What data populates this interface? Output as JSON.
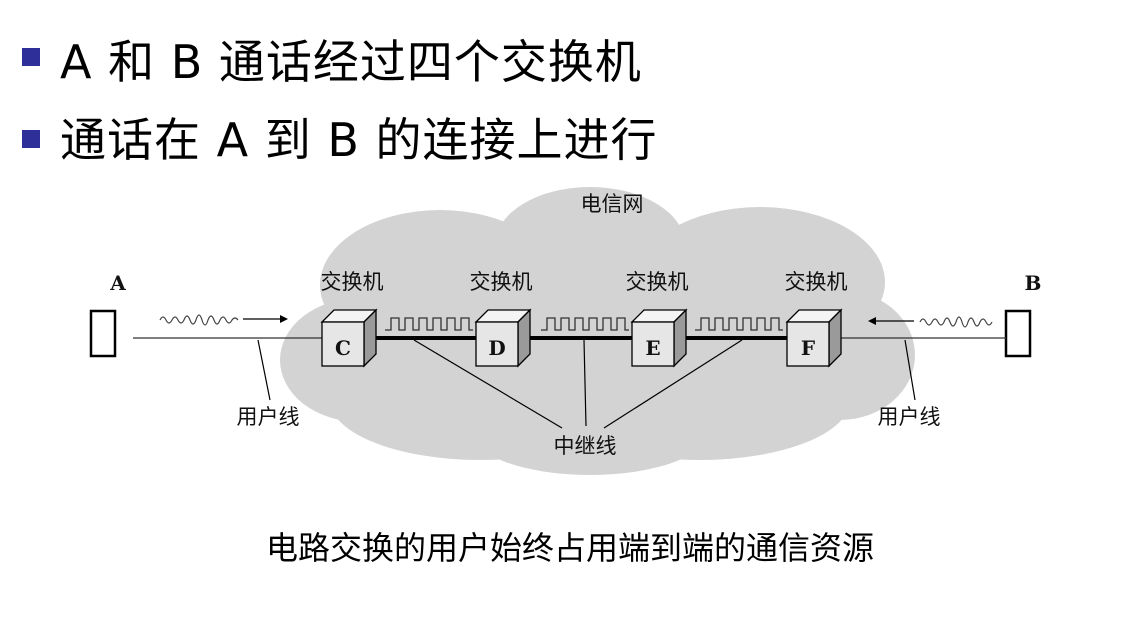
{
  "bullets": [
    {
      "text": "A  和  B  通话经过四个交换机"
    },
    {
      "text": "通话在  A  到  B  的连接上进行"
    }
  ],
  "diagram": {
    "network_label": "电信网",
    "endpoint_a": "A",
    "endpoint_b": "B",
    "switch_label": "交换机",
    "switches": [
      "C",
      "D",
      "E",
      "F"
    ],
    "user_line_label": "用户线",
    "trunk_line_label": "中继线"
  },
  "caption": "电路交换的用户始终占用端到端的通信资源",
  "colors": {
    "bullet": "#2f2f9a",
    "cloud": "#d3d3d3",
    "box_face": "#e6e6e6"
  }
}
